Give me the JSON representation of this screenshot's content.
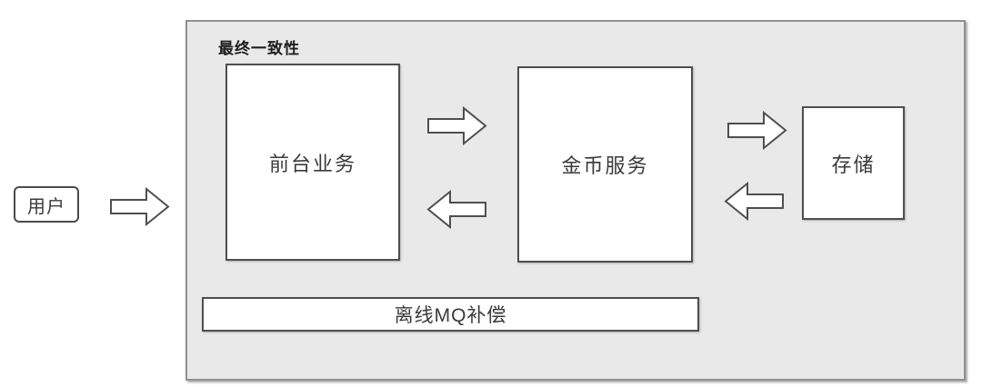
{
  "diagram": {
    "user": {
      "label": "用户"
    },
    "container": {
      "title": "最终一致性",
      "nodes": {
        "front_business": "前台业务",
        "coin_service": "金币服务",
        "storage": "存储",
        "offline_mq": "离线MQ补偿"
      }
    },
    "icons": {
      "arrow_right": "arrow-right",
      "arrow_left": "arrow-left"
    },
    "colors": {
      "background": "#ffffff",
      "container_fill": "#e9e9e9",
      "container_border": "#909090",
      "node_fill": "#ffffff",
      "node_border": "#4f4f4f",
      "text": "#3a3a3a",
      "title_text": "#1d1d1d"
    }
  }
}
